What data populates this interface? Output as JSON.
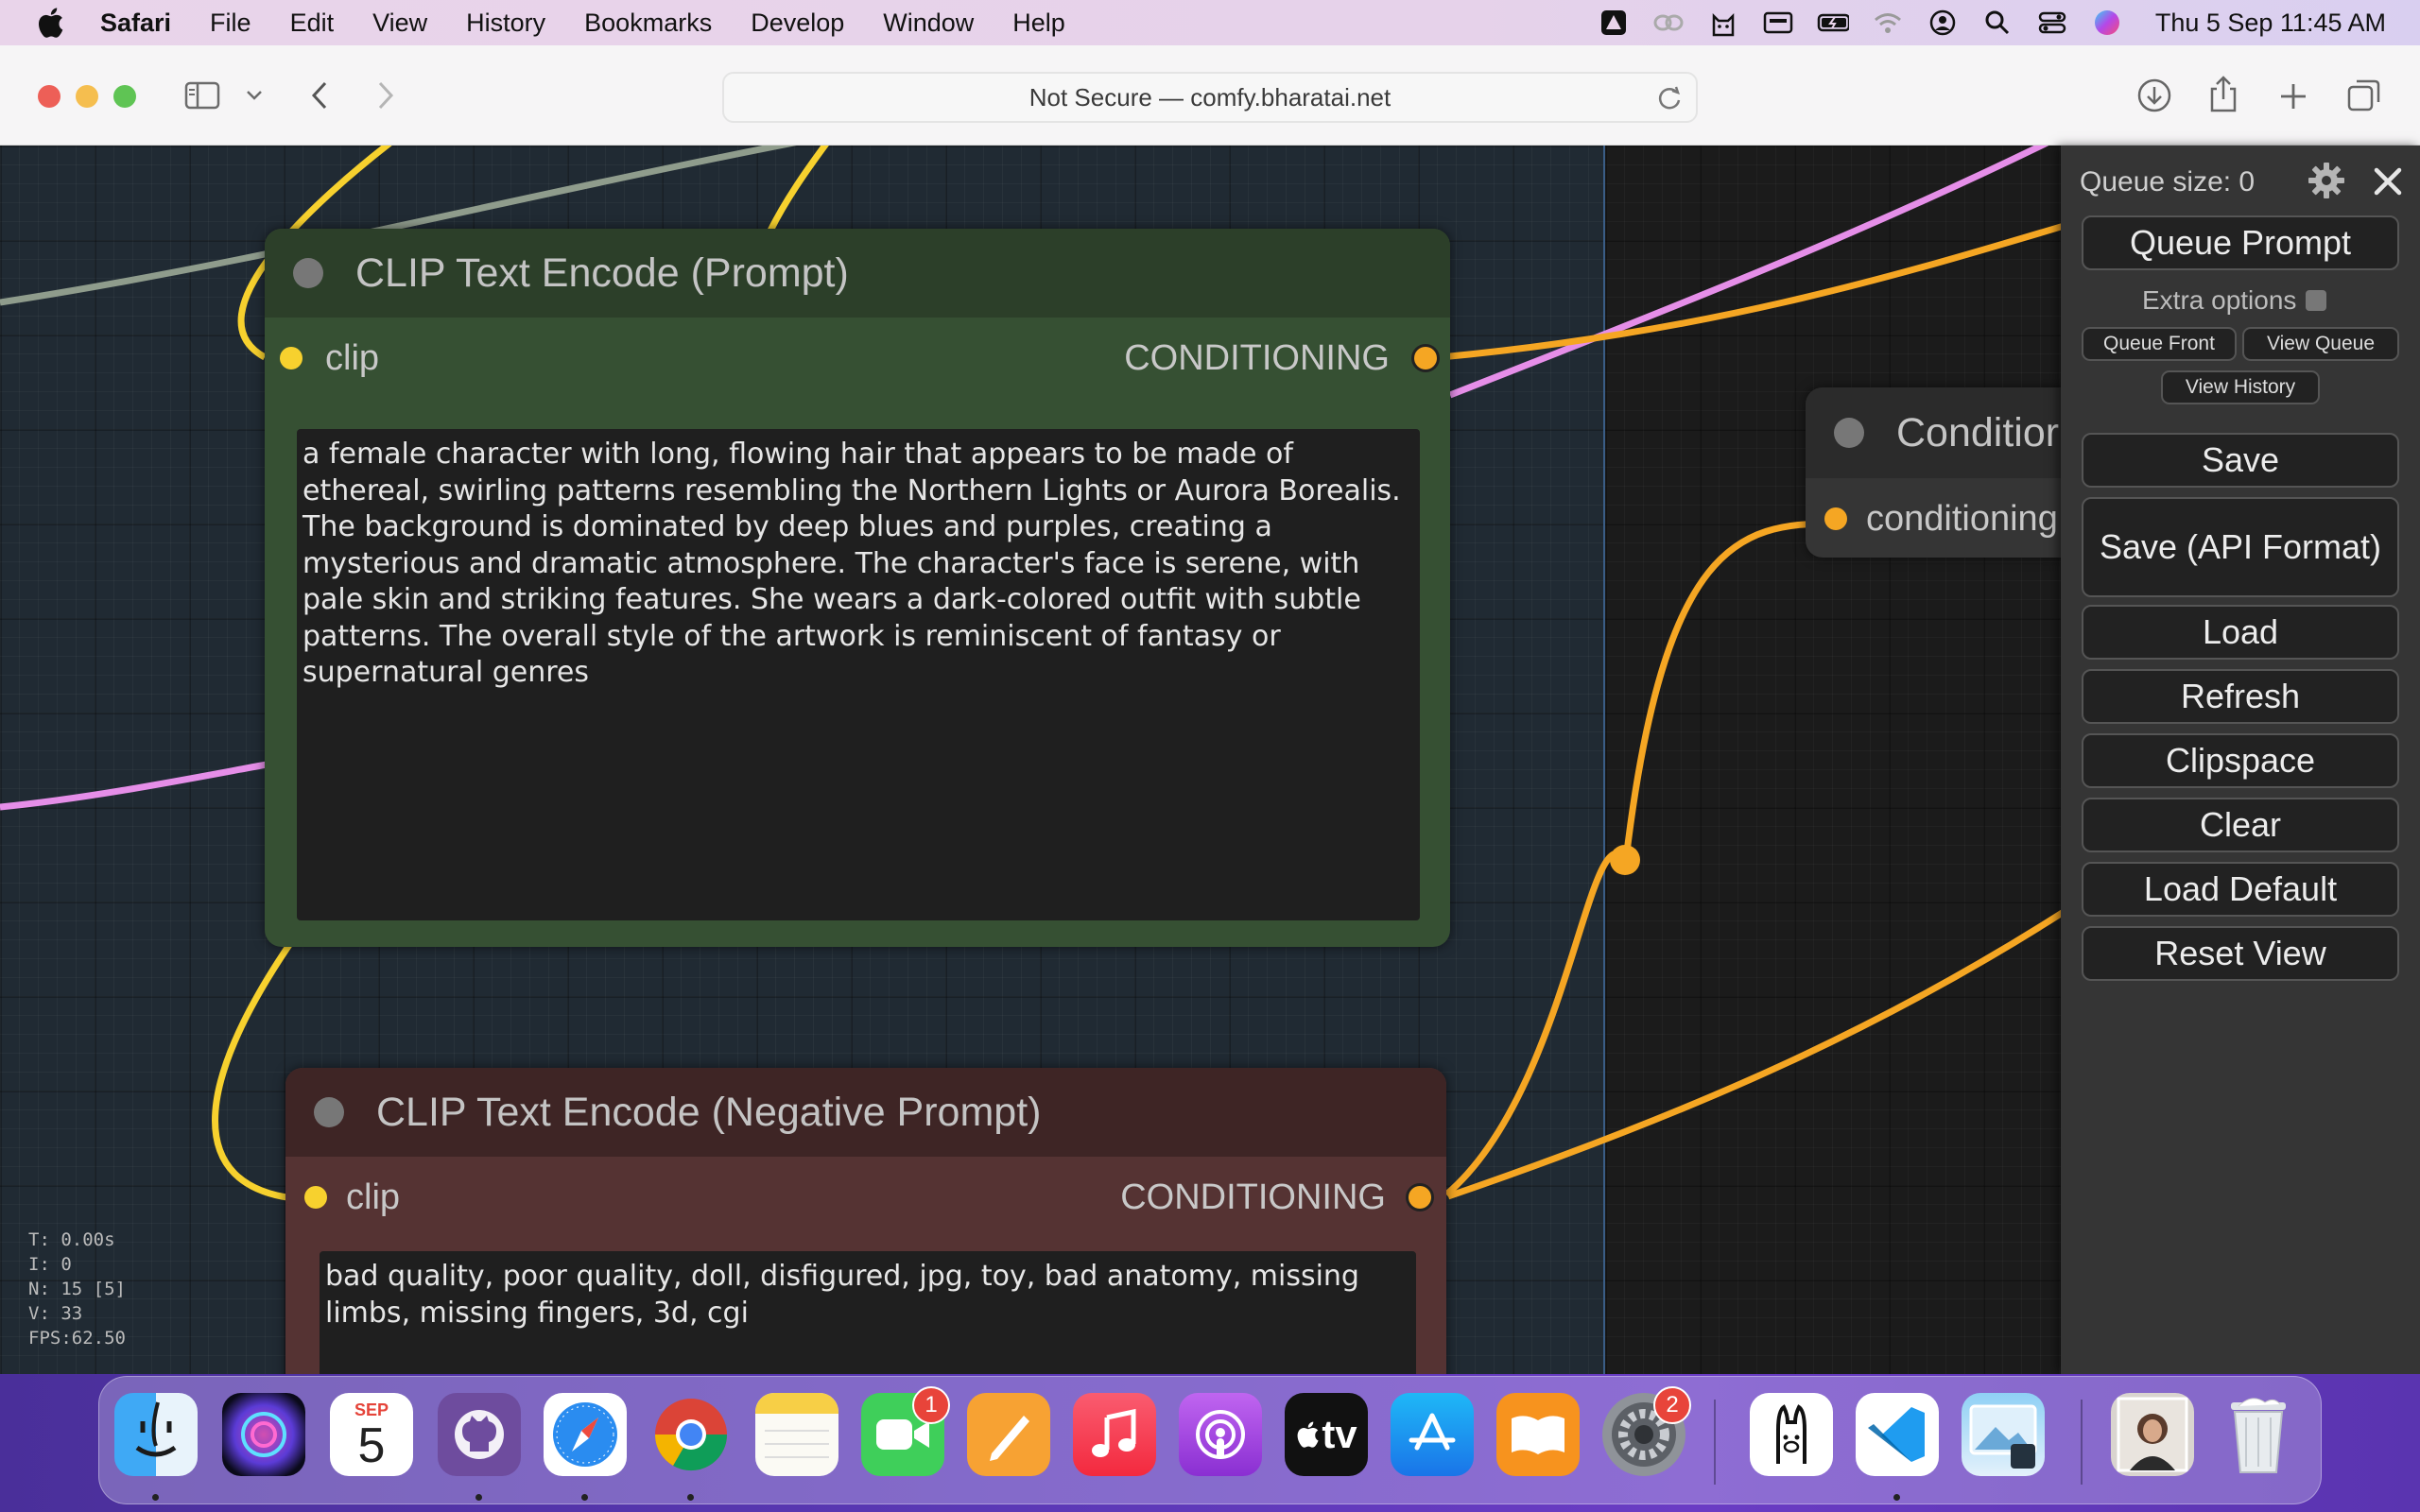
{
  "menubar": {
    "app_name": "Safari",
    "items": [
      "File",
      "Edit",
      "View",
      "History",
      "Bookmarks",
      "Develop",
      "Window",
      "Help"
    ],
    "clock": "Thu 5 Sep  11:45 AM"
  },
  "browser": {
    "address": "Not Secure — comfy.bharatai.net"
  },
  "nodes": {
    "positive": {
      "title": "CLIP Text Encode (Prompt)",
      "input_label": "clip",
      "output_label": "CONDITIONING",
      "text": "a female character with long, flowing hair that appears to be made of ethereal, swirling patterns resembling the Northern Lights or Aurora Borealis. The background is dominated by deep blues and purples, creating a mysterious and dramatic atmosphere. The character's face is serene, with pale skin and striking features. She wears a dark-colored outfit with subtle patterns. The overall style of the artwork is reminiscent of fantasy or supernatural genres"
    },
    "negative": {
      "title": "CLIP Text Encode (Negative Prompt)",
      "input_label": "clip",
      "output_label": "CONDITIONING",
      "text": "bad quality, poor quality, doll, disfigured, jpg, toy, bad anatomy, missing limbs, missing fingers, 3d, cgi"
    },
    "conditioning": {
      "title": "Conditior",
      "input_label": "conditioning"
    }
  },
  "stats": [
    "T: 0.00s",
    "I: 0",
    "N: 15 [5]",
    "V: 33",
    "FPS:62.50"
  ],
  "panel": {
    "queue_size": "Queue size: 0",
    "queue_prompt": "Queue Prompt",
    "extra_options": "Extra options",
    "queue_front": "Queue Front",
    "view_queue": "View Queue",
    "view_history": "View History",
    "save": "Save",
    "save_api": "Save (API Format)",
    "load": "Load",
    "refresh": "Refresh",
    "clipspace": "Clipspace",
    "clear": "Clear",
    "load_default": "Load Default",
    "reset_view": "Reset View"
  },
  "dock": {
    "calendar_month": "SEP",
    "calendar_day": "5",
    "facetime_badge": "1",
    "settings_badge": "2",
    "tv_label": "tv"
  }
}
